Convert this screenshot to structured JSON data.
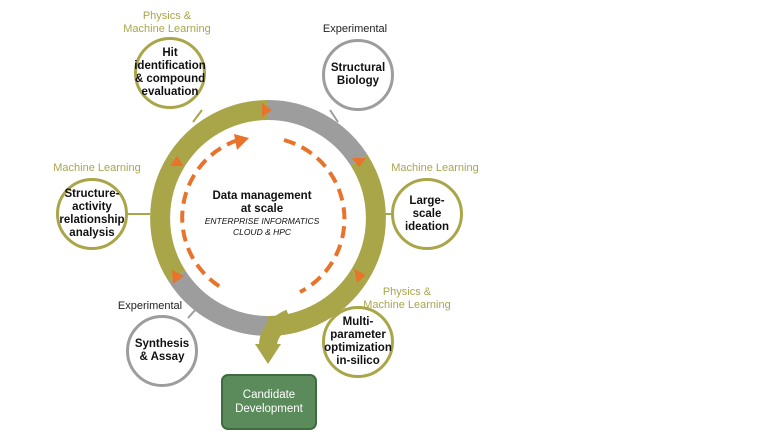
{
  "center": {
    "title": "Data management\nat scale",
    "subtitle": "ENTERPRISE INFORMATICS\nCLOUD & HPC"
  },
  "nodes": [
    {
      "id": "hit",
      "label": "Hit\nidentification\n& compound\nevaluation",
      "category": "Physics &\nMachine Learning"
    },
    {
      "id": "structural",
      "label": "Structural\nBiology",
      "category": "Experimental"
    },
    {
      "id": "ideation",
      "label": "Large-\nscale\nideation",
      "category": "Machine Learning"
    },
    {
      "id": "mpo",
      "label": "Multi-\nparameter\noptimization\nin-silico",
      "category": "Physics &\nMachine Learning"
    },
    {
      "id": "synthesis",
      "label": "Synthesis\n& Assay",
      "category": "Experimental"
    },
    {
      "id": "sar",
      "label": "Structure-\nactivity\nrelationship\nanalysis",
      "category": "Machine Learning"
    }
  ],
  "candidate": {
    "label": "Candidate\nDevelopment"
  },
  "colors": {
    "olive": "#a9a64a",
    "gray": "#9d9d9d",
    "orange": "#e8732a",
    "green": "#5b8a5b"
  }
}
